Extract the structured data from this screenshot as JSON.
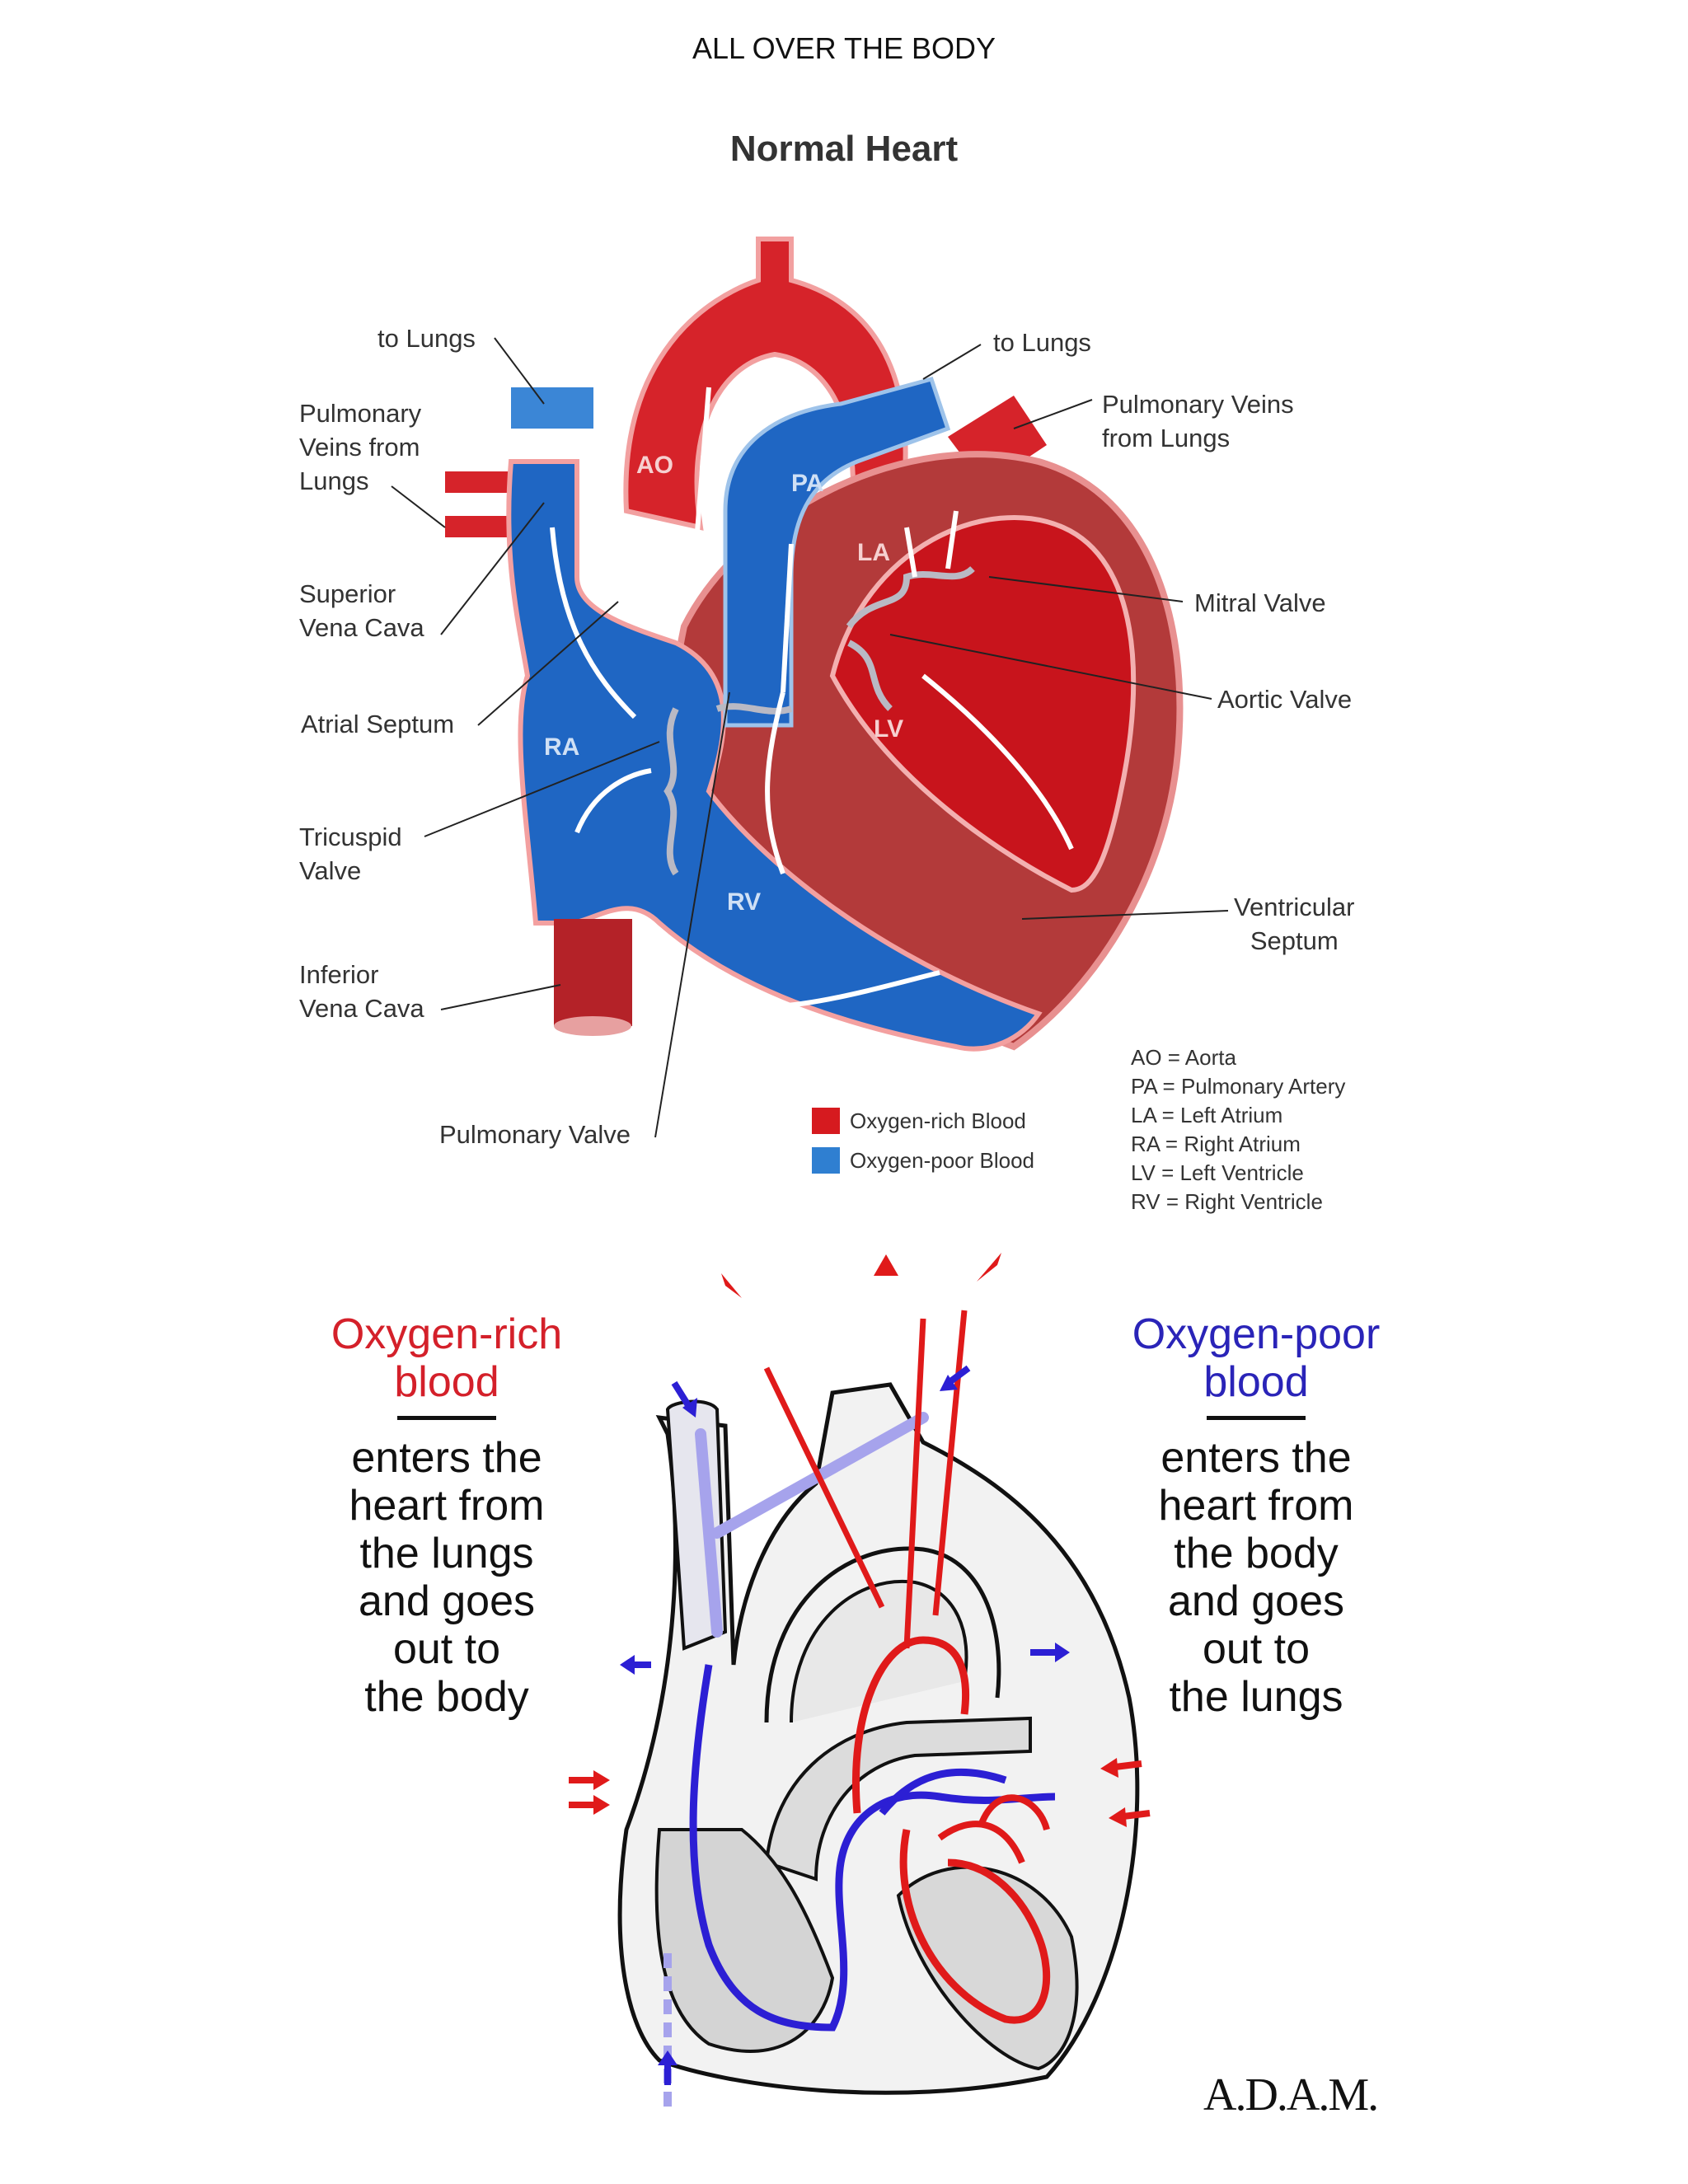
{
  "page_title": "ALL OVER THE BODY",
  "heart1": {
    "title": "Normal Heart",
    "labels": {
      "to_lungs_left": "to Lungs",
      "to_lungs_right": "to Lungs",
      "pulm_veins_left": "Pulmonary\nVeins from\nLungs",
      "pulm_veins_right": "Pulmonary Veins\nfrom Lungs",
      "superior_vena_cava": "Superior\nVena Cava",
      "atrial_septum": "Atrial Septum",
      "tricuspid_valve": "Tricuspid\nValve",
      "inferior_vena_cava": "Inferior\nVena Cava",
      "pulmonary_valve": "Pulmonary Valve",
      "mitral_valve": "Mitral Valve",
      "aortic_valve": "Aortic Valve",
      "ventricular_septum": "Ventricular\nSeptum"
    },
    "chambers": {
      "ao": "AO",
      "pa": "PA",
      "la": "LA",
      "ra": "RA",
      "lv": "LV",
      "rv": "RV"
    },
    "legend": {
      "rich": {
        "label": "Oxygen-rich Blood",
        "color": "#d61a1f"
      },
      "poor": {
        "label": "Oxygen-poor Blood",
        "color": "#2f7fd1"
      }
    },
    "abbreviations": [
      "AO = Aorta",
      "PA = Pulmonary Artery",
      "LA = Left Atrium",
      "RA = Right Atrium",
      "LV = Left Ventricle",
      "RV = Right Ventricle"
    ]
  },
  "heart2": {
    "rich_heading": "Oxygen-rich\nblood",
    "rich_text": "enters the\nheart from\nthe lungs\nand goes\nout to\nthe body",
    "poor_heading": "Oxygen-poor\nblood",
    "poor_text": "enters the\nheart from\nthe body\nand goes\nout to\nthe lungs",
    "rich_color": "#d4202a",
    "poor_color": "#2a24b8"
  },
  "logo": {
    "text": "A.D.A.M."
  }
}
